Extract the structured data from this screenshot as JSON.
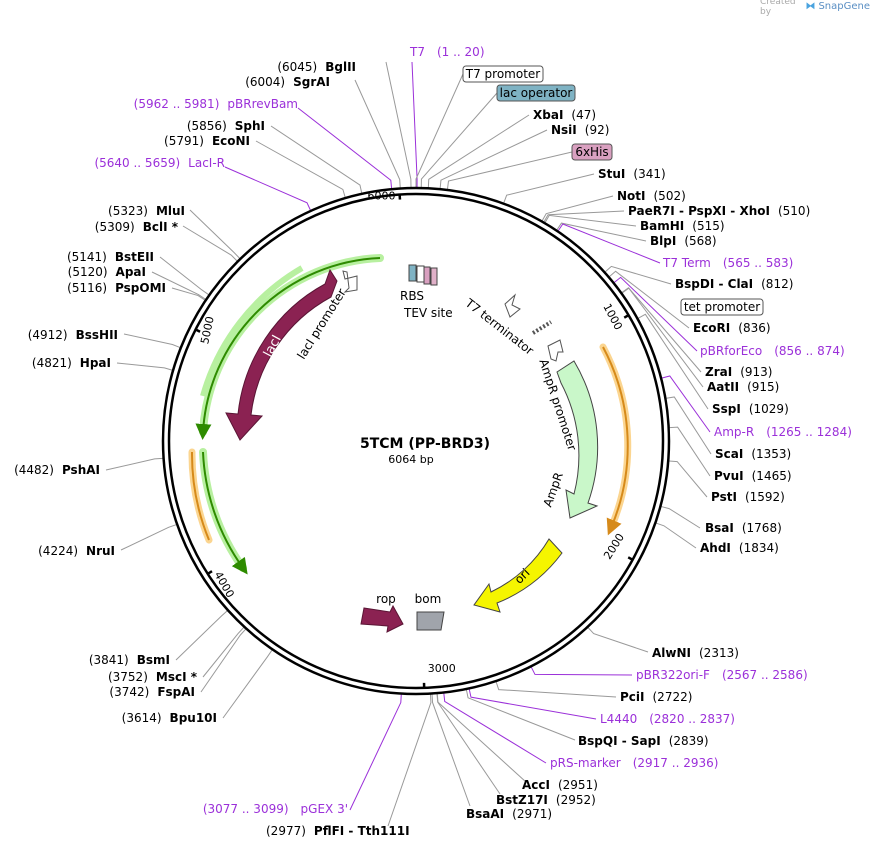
{
  "watermark": {
    "prefix": "Created by",
    "brand": "SnapGene"
  },
  "plasmid": {
    "name": "5TCM (PP-BRD3)",
    "length_label": "6064 bp",
    "length": 6064
  },
  "ticks": [
    {
      "pos": 6000,
      "label": "6000"
    },
    {
      "pos": 1000,
      "label": "1000"
    },
    {
      "pos": 2000,
      "label": "2000"
    },
    {
      "pos": 3000,
      "label": "3000"
    },
    {
      "pos": 4000,
      "label": "4000"
    },
    {
      "pos": 5000,
      "label": "5000"
    }
  ],
  "sites": [
    {
      "name": "BglII",
      "coord": "(6045)"
    },
    {
      "name": "SgrAI",
      "coord": "(6004)"
    },
    {
      "name": "SphI",
      "coord": "(5856)"
    },
    {
      "name": "EcoNI",
      "coord": "(5791)"
    },
    {
      "name": "MluI",
      "coord": "(5323)"
    },
    {
      "name": "BclI *",
      "coord": "(5309)"
    },
    {
      "name": "BstEII",
      "coord": "(5141)"
    },
    {
      "name": "ApaI",
      "coord": "(5120)"
    },
    {
      "name": "PspOMI",
      "coord": "(5116)"
    },
    {
      "name": "BssHII",
      "coord": "(4912)"
    },
    {
      "name": "HpaI",
      "coord": "(4821)"
    },
    {
      "name": "PshAI",
      "coord": "(4482)"
    },
    {
      "name": "NruI",
      "coord": "(4224)"
    },
    {
      "name": "BsmI",
      "coord": "(3841)"
    },
    {
      "name": "MscI *",
      "coord": "(3752)"
    },
    {
      "name": "FspAI",
      "coord": "(3742)"
    },
    {
      "name": "Bpu10I",
      "coord": "(3614)"
    },
    {
      "name": "PflFI - Tth111I",
      "coord": "(2977)"
    },
    {
      "name": "BsaAI",
      "coord": "(2971)"
    },
    {
      "name": "BstZ17I",
      "coord": "(2952)"
    },
    {
      "name": "AccI",
      "coord": "(2951)"
    },
    {
      "name": "BspQI - SapI",
      "coord": "(2839)"
    },
    {
      "name": "PciI",
      "coord": "(2722)"
    },
    {
      "name": "AlwNI",
      "coord": "(2313)"
    },
    {
      "name": "AhdI",
      "coord": "(1834)"
    },
    {
      "name": "BsaI",
      "coord": "(1768)"
    },
    {
      "name": "PstI",
      "coord": "(1592)"
    },
    {
      "name": "PvuI",
      "coord": "(1465)"
    },
    {
      "name": "ScaI",
      "coord": "(1353)"
    },
    {
      "name": "SspI",
      "coord": "(1029)"
    },
    {
      "name": "AatII",
      "coord": "(915)"
    },
    {
      "name": "ZraI",
      "coord": "(913)"
    },
    {
      "name": "EcoRI",
      "coord": "(836)"
    },
    {
      "name": "BspDI - ClaI",
      "coord": "(812)"
    },
    {
      "name": "BlpI",
      "coord": "(568)"
    },
    {
      "name": "BamHI",
      "coord": "(515)"
    },
    {
      "name": "PaeR7I - PspXI - XhoI",
      "coord": "(510)"
    },
    {
      "name": "NotI",
      "coord": "(502)"
    },
    {
      "name": "StuI",
      "coord": "(341)"
    },
    {
      "name": "NsiI",
      "coord": "(92)"
    },
    {
      "name": "XbaI",
      "coord": "(47)"
    }
  ],
  "primers": [
    {
      "name": "T7",
      "coord": "(1 .. 20)"
    },
    {
      "name": "pBRrevBam",
      "coord": "(5962 .. 5981)"
    },
    {
      "name": "LacI-R",
      "coord": "(5640 .. 5659)"
    },
    {
      "name": "T7 Term",
      "coord": "(565 .. 583)"
    },
    {
      "name": "pBRforEco",
      "coord": "(856 .. 874)"
    },
    {
      "name": "Amp-R",
      "coord": "(1265 .. 1284)"
    },
    {
      "name": "pBR322ori-F",
      "coord": "(2567 .. 2586)"
    },
    {
      "name": "L4440",
      "coord": "(2820 .. 2837)"
    },
    {
      "name": "pRS-marker",
      "coord": "(2917 .. 2936)"
    },
    {
      "name": "pGEX 3'",
      "coord": "(3077 .. 3099)"
    }
  ],
  "boxed_features": [
    {
      "name": "T7 promoter"
    },
    {
      "name": "lac operator"
    },
    {
      "name": "6xHis"
    },
    {
      "name": "tet promoter"
    }
  ],
  "inner_features": [
    {
      "name": "lacI"
    },
    {
      "name": "lacI promoter"
    },
    {
      "name": "RBS"
    },
    {
      "name": "TEV site"
    },
    {
      "name": "T7 terminator"
    },
    {
      "name": "AmpR promoter"
    },
    {
      "name": "AmpR"
    },
    {
      "name": "ori"
    },
    {
      "name": "rop"
    },
    {
      "name": "bom"
    }
  ],
  "colors": {
    "backbone": "#000000",
    "site_line": "#999999",
    "primer": "#9b30d9",
    "lacI": "#8b2252",
    "rop": "#8b2252",
    "ori": "#f5f500",
    "bom": "#a0a4ab",
    "ampR": "#c9f7c9",
    "orf_outline": "#2e8b00",
    "orf_glow": "#b8f0a0",
    "orf_orange": "#d68a1a",
    "orf_orange_glow": "#fbd590",
    "lac_operator": "#7fb3c4",
    "his_tag": "#d9a0c0"
  }
}
